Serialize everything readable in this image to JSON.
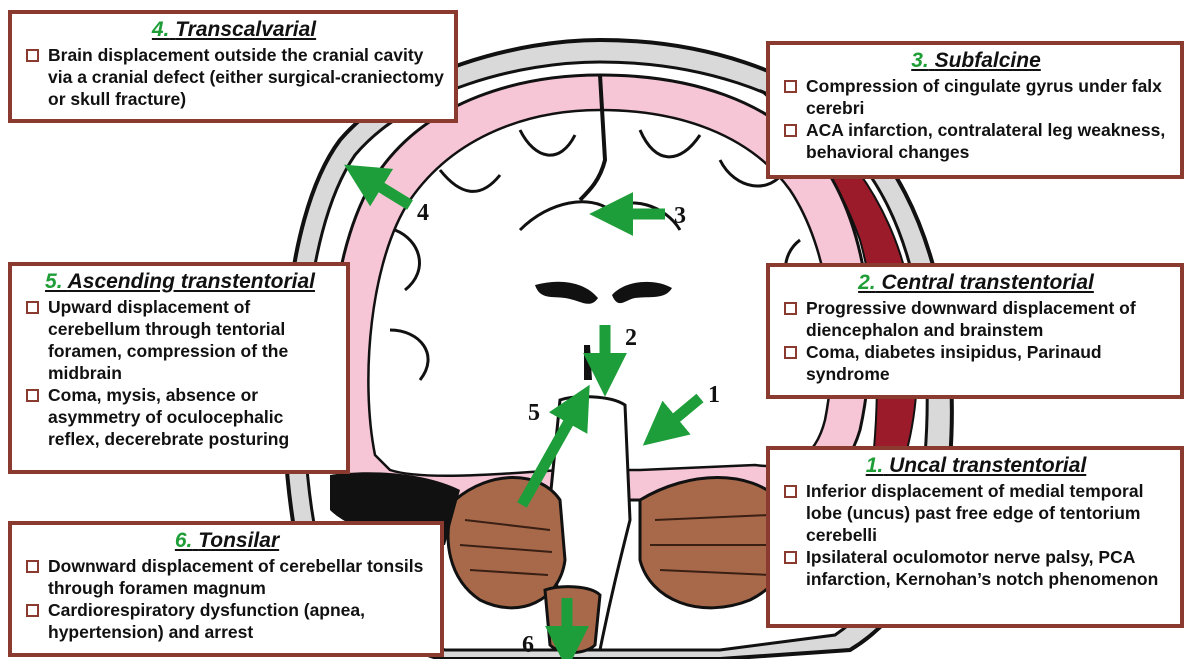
{
  "colors": {
    "box_border": "#8b3a2f",
    "title_number": "#1f9e38",
    "arrow": "#1e9e3a",
    "cortex": "#f6c6d6",
    "white_matter": "#ffffff",
    "cerebellum": "#a8694a",
    "hematoma": "#9b1b2a",
    "skull": "#c8c8c8"
  },
  "boxes": [
    {
      "id": "transcalvarial",
      "number": "4.",
      "title": "Transcalvarial",
      "bullets": [
        "Brain displacement outside the cranial cavity via a cranial defect (either surgical-craniectomy or skull fracture)"
      ]
    },
    {
      "id": "subfalcine",
      "number": "3.",
      "title": "Subfalcine",
      "bullets": [
        "Compression of cingulate gyrus under falx cerebri",
        "ACA infarction, contralateral leg weakness, behavioral changes"
      ]
    },
    {
      "id": "ascending",
      "number": "5.",
      "title": "Ascending transtentorial",
      "bullets": [
        "Upward displacement of cerebellum through tentorial foramen, compression of the midbrain",
        "Coma, mysis, absence or asymmetry of oculocephalic reflex, decerebrate posturing"
      ]
    },
    {
      "id": "central",
      "number": "2.",
      "title": "Central transtentorial",
      "bullets": [
        "Progressive downward displacement of diencephalon and brainstem",
        "Coma, diabetes insipidus, Parinaud syndrome"
      ]
    },
    {
      "id": "uncal",
      "number": "1.",
      "title": "Uncal transtentorial",
      "bullets": [
        "Inferior displacement of medial temporal lobe (uncus) past free edge of tentorium cerebelli",
        "Ipsilateral oculomotor nerve palsy, PCA infarction, Kernohan’s notch phenomenon"
      ]
    },
    {
      "id": "tonsilar",
      "number": "6.",
      "title": "Tonsilar",
      "bullets": [
        "Downward displacement of cerebellar tonsils through foramen magnum",
        "Cardiorespiratory dysfunction (apnea, hypertension) and arrest"
      ]
    }
  ],
  "arrow_labels": [
    "1",
    "2",
    "3",
    "4",
    "5",
    "6"
  ]
}
